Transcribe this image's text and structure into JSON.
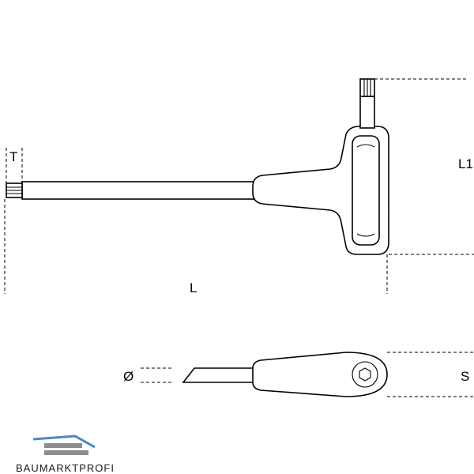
{
  "labels": {
    "T": "T",
    "L1": "L1",
    "L": "L",
    "diameter": "Ø",
    "S": "S"
  },
  "watermark": {
    "text": "BAUMARKTPROFI",
    "color_blue": "#4a86c8",
    "color_gray": "#8c8c8c"
  },
  "colors": {
    "line": "#000000",
    "background": "#ffffff"
  }
}
